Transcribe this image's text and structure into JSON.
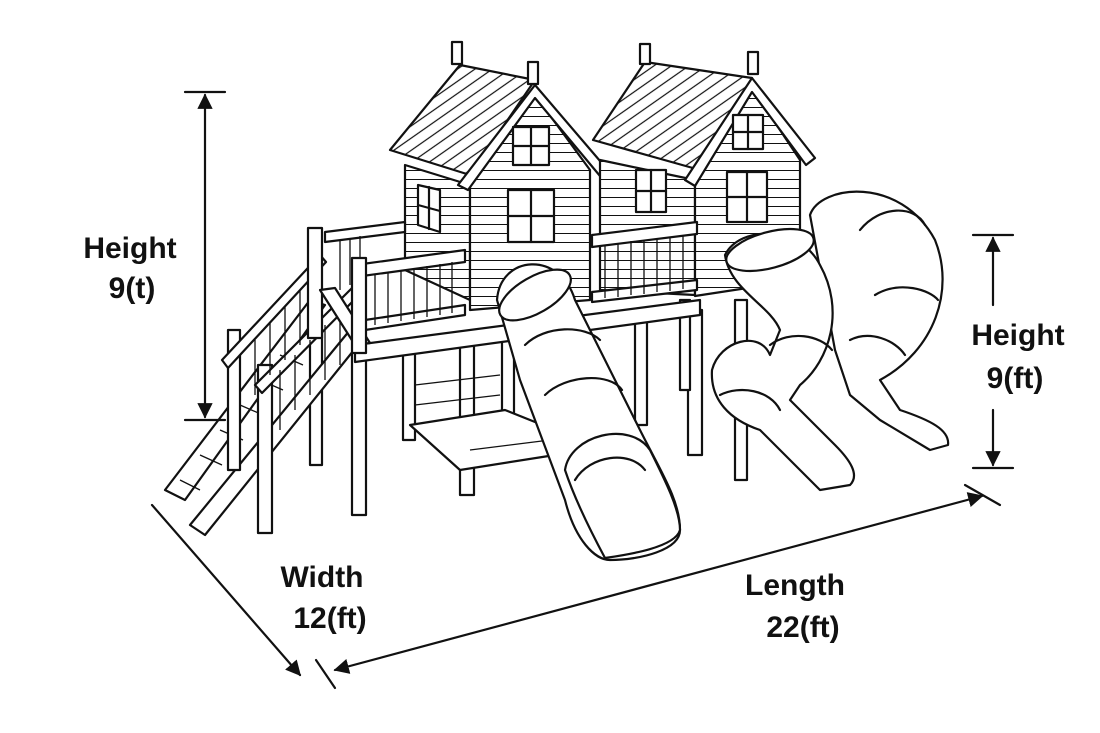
{
  "labels": {
    "left_height": {
      "title": "Height",
      "value": "9(t)"
    },
    "right_height": {
      "title": "Height",
      "value": "9(ft)"
    },
    "width": {
      "title": "Width",
      "value": "12(ft)"
    },
    "length": {
      "title": "Length",
      "value": "22(ft)"
    }
  }
}
